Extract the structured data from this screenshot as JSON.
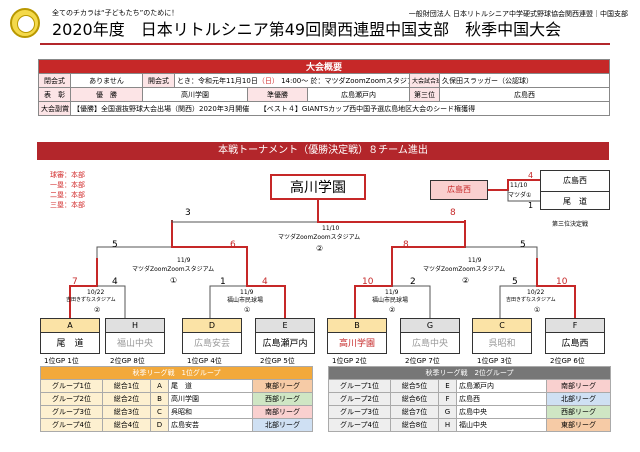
{
  "header": {
    "tagline": "全てのチカラは“子どもたち”のために！",
    "org": "一般財団法人 日本リトルシニア中学硬式野球協会関西連盟｜中国支部",
    "title": "2020年度　日本リトルシニア第49回関西連盟中国支部　秋季中国大会"
  },
  "overview": {
    "heading": "大会概要",
    "row1": {
      "l1": "閉会式",
      "v1": "ありません",
      "l2": "開会式",
      "v2a": "とき：令和元年11月10日",
      "v2b": "（日）",
      "v2c": "14:00～",
      "v2d": "於：マツダZoomZoomスタジアム",
      "l3": "大会試合球",
      "v3": "久保田スラッガー（公認球）"
    },
    "row2": {
      "l1": "表　彰",
      "c1": "優　勝",
      "c2": "高川学園",
      "c3": "準優勝",
      "c4": "広島瀬戸内",
      "c5": "第三位",
      "c6": "広島西"
    },
    "row3": {
      "l1": "大会副賞",
      "v1": "【優勝】全国選抜野球大会出場（関西）2020年3月開催　　【ベスト４】GIANTSカップ西中国予選広島地区大会のシード権獲得"
    }
  },
  "bracket": {
    "banner": "本戦トーナメント（優勝決定戦）８チーム進出",
    "umpires": [
      "球審：本部",
      "一塁：本部",
      "二塁：本部",
      "三塁：本部"
    ],
    "champion": "高川学園",
    "final": {
      "date": "11/10",
      "venue": "マツダZoomZoomスタジアム",
      "no": "②",
      "left_score": "3",
      "right_score": "8"
    },
    "semis": [
      {
        "date": "11/9",
        "venue": "マツダZoomZoomスタジアム",
        "no": "①",
        "left_score": "5",
        "right_score": "6"
      },
      {
        "date": "11/9",
        "venue": "マツダZoomZoomスタジアム",
        "no": "②",
        "left_score": "8",
        "right_score": "5"
      }
    ],
    "quarters": [
      {
        "date": "10/22",
        "venue": "吉田きずなスタジアム",
        "no": "②",
        "left_score": "7",
        "right_score": "4"
      },
      {
        "date": "11/9",
        "venue": "福山市民球場",
        "no": "①",
        "left_score": "1",
        "right_score": "4"
      },
      {
        "date": "11/9",
        "venue": "福山市民球場",
        "no": "②",
        "left_score": "10",
        "right_score": "2"
      },
      {
        "date": "10/22",
        "venue": "吉田きずなスタジアム",
        "no": "①",
        "left_score": "5",
        "right_score": "10"
      }
    ],
    "teams": [
      {
        "seed": "A",
        "name": "尾　道",
        "note": "1位GP 1位",
        "color": "#fbe3a6",
        "win": true
      },
      {
        "seed": "H",
        "name": "福山中央",
        "note": "2位GP 8位",
        "color": "#e0e0e0",
        "win": false
      },
      {
        "seed": "D",
        "name": "広島安芸",
        "note": "1位GP 4位",
        "color": "#fbe3a6",
        "win": false
      },
      {
        "seed": "E",
        "name": "広島瀬戸内",
        "note": "2位GP 5位",
        "color": "#e0e0e0",
        "win": true
      },
      {
        "seed": "B",
        "name": "高川学園",
        "note": "1位GP 2位",
        "color": "#fbe3a6",
        "win": true
      },
      {
        "seed": "G",
        "name": "広島中央",
        "note": "2位GP 7位",
        "color": "#e0e0e0",
        "win": false
      },
      {
        "seed": "C",
        "name": "呉昭和",
        "note": "1位GP 3位",
        "color": "#fbe3a6",
        "win": false
      },
      {
        "seed": "F",
        "name": "広島西",
        "note": "2位GP 6位",
        "color": "#e0e0e0",
        "win": true
      }
    ],
    "third_place": {
      "winner": "広島西",
      "team1": "広島西",
      "team2": "尾　道",
      "date": "11/10",
      "venue": "マツダ①",
      "s1": "4",
      "s2": "1",
      "caption": "第三位決定戦"
    }
  },
  "group1": {
    "title": "秋季リーグ戦　1位グループ",
    "rows": [
      [
        "グループ1位",
        "総合1位",
        "A",
        "尾　道",
        "東部リーグ"
      ],
      [
        "グループ2位",
        "総合2位",
        "B",
        "高川学園",
        "西部リーグ"
      ],
      [
        "グループ3位",
        "総合3位",
        "C",
        "呉昭和",
        "南部リーグ"
      ],
      [
        "グループ4位",
        "総合4位",
        "D",
        "広島安芸",
        "北部リーグ"
      ]
    ]
  },
  "group2": {
    "title": "秋季リーグ戦　2位グループ",
    "rows": [
      [
        "グループ1位",
        "総合5位",
        "E",
        "広島瀬戸内",
        "南部リーグ"
      ],
      [
        "グループ2位",
        "総合6位",
        "F",
        "広島西",
        "北部リーグ"
      ],
      [
        "グループ3位",
        "総合7位",
        "G",
        "広島中央",
        "西部リーグ"
      ],
      [
        "グループ4位",
        "総合8位",
        "H",
        "福山中央",
        "東部リーグ"
      ]
    ]
  },
  "league_colors": {
    "東部リーグ": "#f6cba6",
    "西部リーグ": "#cfe6c4",
    "南部リーグ": "#f9d0cf",
    "北部リーグ": "#cfe0f3"
  },
  "colors": {
    "accent": "#b3262b",
    "win_line": "#c62828",
    "lose_line": "#555555"
  }
}
